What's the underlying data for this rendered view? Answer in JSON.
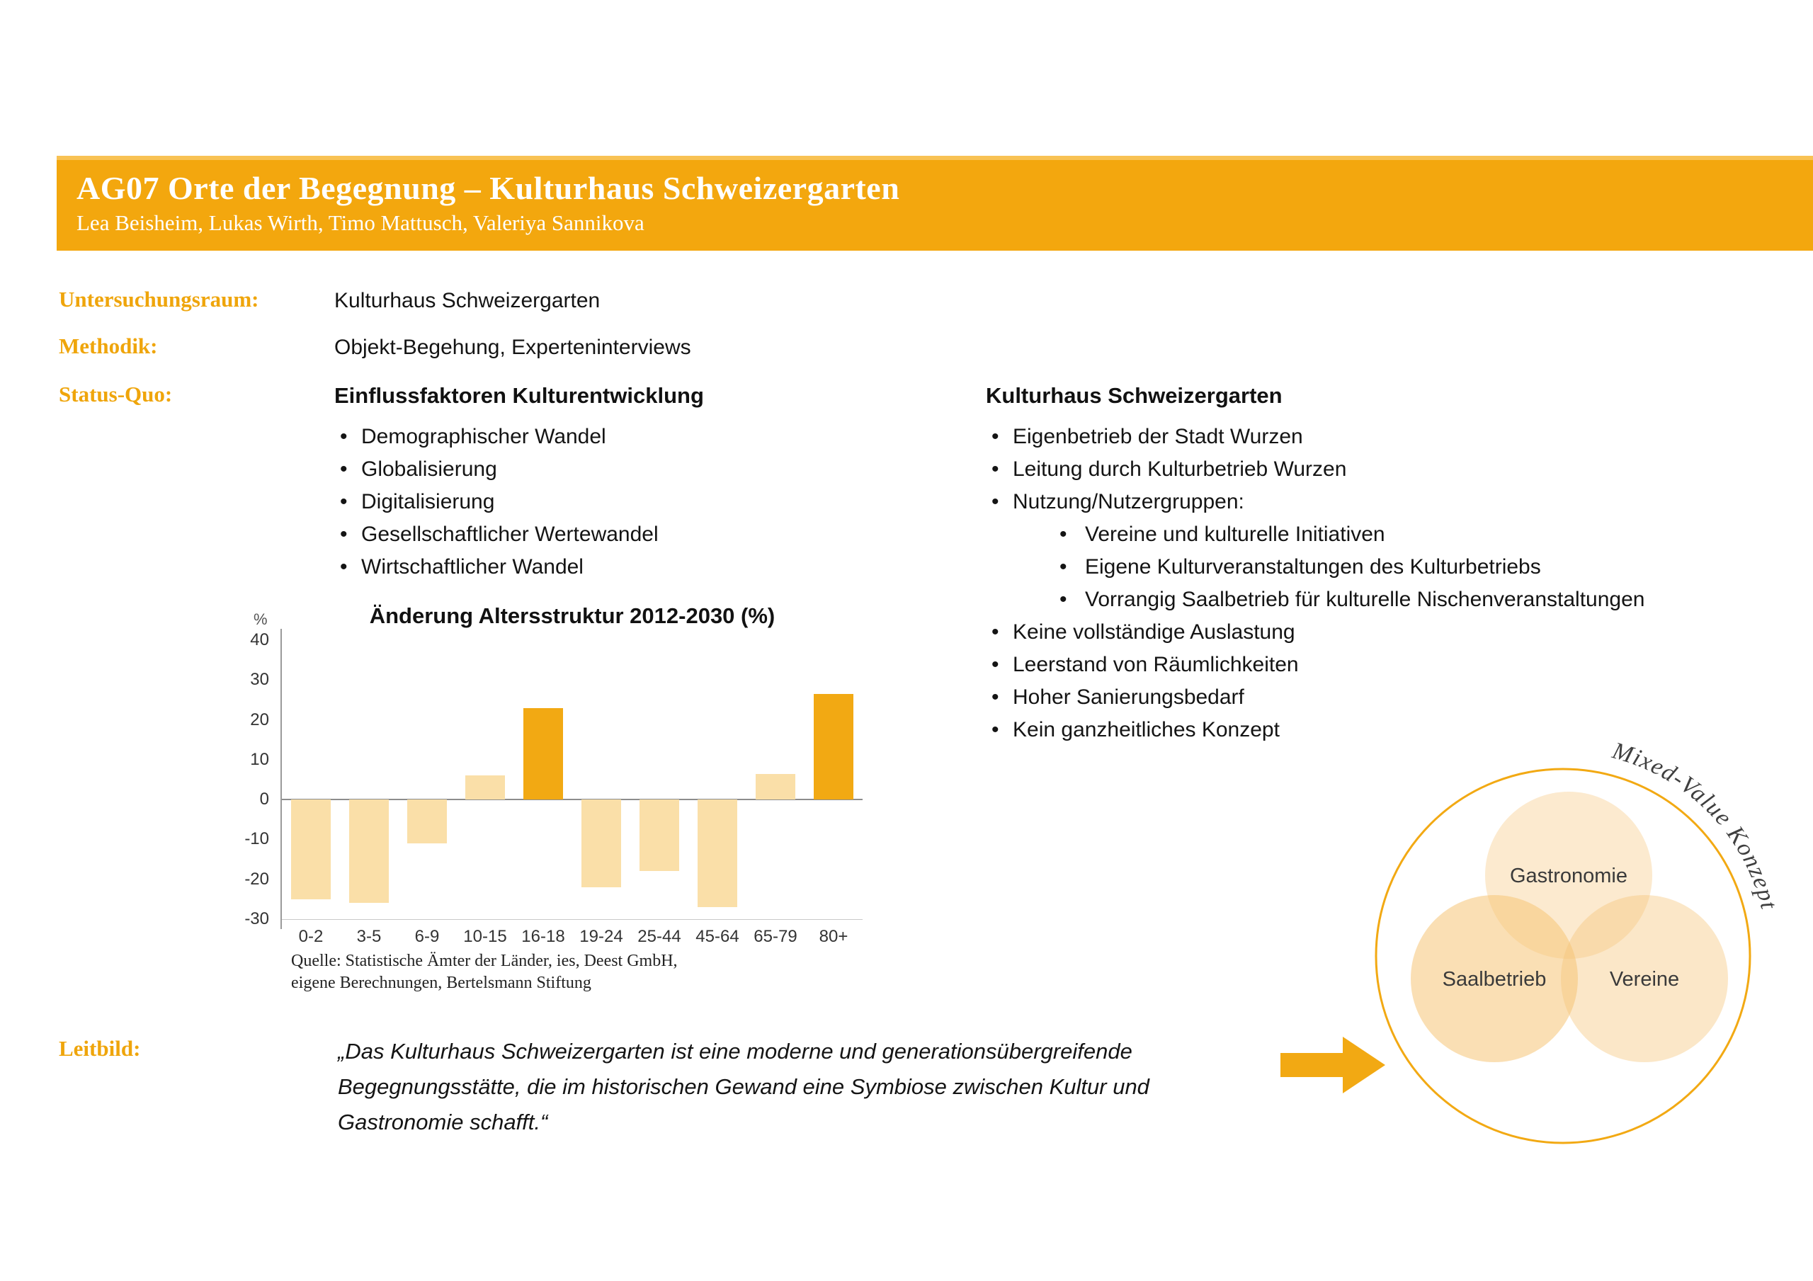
{
  "header": {
    "title": "AG07 Orte der Begegnung – Kulturhaus Schweizergarten",
    "authors": "Lea Beisheim, Lukas Wirth, Timo Mattusch, Valeriya Sannikova"
  },
  "fields": {
    "untersuchungsraum": {
      "label": "Untersuchungsraum:",
      "value": "Kulturhaus Schweizergarten"
    },
    "methodik": {
      "label": "Methodik:",
      "value": "Objekt-Begehung, Experteninterviews"
    },
    "status_quo_label": "Status-Quo:",
    "leitbild_label": "Leitbild:"
  },
  "status_quo": {
    "left": {
      "heading": "Einflussfaktoren Kulturentwicklung",
      "bullets": [
        "Demographischer Wandel",
        "Globalisierung",
        "Digitalisierung",
        "Gesellschaftlicher Wertewandel",
        "Wirtschaftlicher Wandel"
      ]
    },
    "right": {
      "heading": "Kulturhaus Schweizergarten",
      "bullets": [
        {
          "text": "Eigenbetrieb der Stadt Wurzen"
        },
        {
          "text": "Leitung durch Kulturbetrieb Wurzen"
        },
        {
          "text": "Nutzung/Nutzergruppen:",
          "children": [
            "Vereine und kulturelle Initiativen",
            "Eigene Kulturveranstaltungen des Kulturbetriebs",
            "Vorrangig Saalbetrieb für kulturelle Nischenveranstaltungen"
          ]
        },
        {
          "text": "Keine vollständige Auslastung"
        },
        {
          "text": "Leerstand von Räumlichkeiten"
        },
        {
          "text": "Hoher Sanierungsbedarf"
        },
        {
          "text": "Kein ganzheitliches Konzept"
        }
      ]
    }
  },
  "chart_data": {
    "type": "bar",
    "title": "Änderung Altersstruktur 2012-2030 (%)",
    "y_unit": "%",
    "categories": [
      "0-2",
      "3-5",
      "6-9",
      "10-15",
      "16-18",
      "19-24",
      "25-44",
      "45-64",
      "65-79",
      "80+"
    ],
    "values": [
      -25,
      -26,
      -11,
      6,
      23,
      -22,
      -18,
      -27,
      6.5,
      26.5
    ],
    "highlighted": [
      false,
      false,
      false,
      false,
      true,
      false,
      false,
      false,
      false,
      true
    ],
    "ylim": [
      -30,
      40
    ],
    "yticks": [
      40,
      30,
      20,
      10,
      0,
      -10,
      -20,
      -30
    ],
    "grid": false,
    "source": "Quelle: Statistische Ämter der Länder, ies, Deest GmbH,\neigene Berechnungen, Bertelsmann Stiftung"
  },
  "leitbild": {
    "quote": "„Das Kulturhaus Schweizergarten ist eine moderne und generationsübergreifende Begegnungsstätte, die im historischen Gewand eine Symbiose zwischen Kultur und Gastronomie schafft.“"
  },
  "venn": {
    "outer_label": "Mixed-Value Konzept",
    "circle_labels": [
      "Gastronomie",
      "Saalbetrieb",
      "Vereine"
    ]
  },
  "colors": {
    "banner": "#F3A70E",
    "banner_highlight": "#F8C254",
    "accent": "#EFA50B",
    "bar_normal": "#FADFA8",
    "bar_highlight": "#F2A913",
    "venn_outline": "#F2A913",
    "venn_fill": "#F5C476",
    "arrow": "#F2A913"
  }
}
